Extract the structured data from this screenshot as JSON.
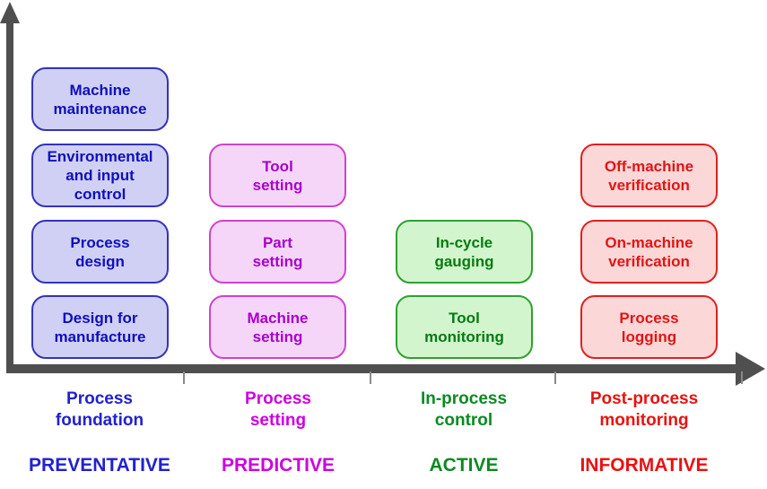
{
  "diagram": {
    "axis": {
      "color": "#4f4f4f",
      "tick_color": "#8a8a8a",
      "tick_count": 4
    },
    "columns": [
      {
        "name": "preventative",
        "category": "PREVENTATIVE",
        "axis_label": [
          "Process",
          "foundation"
        ],
        "box_fill": "#d0d0f4",
        "box_border": "#3333bb",
        "box_text_color": "#0f0fbb",
        "label_color": "#2121cf",
        "boxes": [
          {
            "lines": [
              "Machine",
              "maintenance"
            ]
          },
          {
            "lines": [
              "Environmental",
              "and input",
              "control"
            ]
          },
          {
            "lines": [
              "Process",
              "design"
            ]
          },
          {
            "lines": [
              "Design for",
              "manufacture"
            ]
          }
        ]
      },
      {
        "name": "predictive",
        "category": "PREDICTIVE",
        "axis_label": [
          "Process",
          "setting"
        ],
        "box_fill": "#f6d6f8",
        "box_border": "#cc44cc",
        "box_text_color": "#a800cc",
        "label_color": "#cc00e0",
        "boxes": [
          {
            "lines": [
              "Tool",
              "setting"
            ]
          },
          {
            "lines": [
              "Part",
              "setting"
            ]
          },
          {
            "lines": [
              "Machine",
              "setting"
            ]
          }
        ]
      },
      {
        "name": "active",
        "category": "ACTIVE",
        "axis_label": [
          "In-process",
          "control"
        ],
        "box_fill": "#d2f5cd",
        "box_border": "#2fa12f",
        "box_text_color": "#077a12",
        "label_color": "#0b8a22",
        "boxes": [
          {
            "lines": [
              "In-cycle",
              "gauging"
            ]
          },
          {
            "lines": [
              "Tool",
              "monitoring"
            ]
          }
        ]
      },
      {
        "name": "informative",
        "category": "INFORMATIVE",
        "axis_label": [
          "Post-process",
          "monitoring"
        ],
        "box_fill": "#fbd7d7",
        "box_border": "#e02020",
        "box_text_color": "#e01515",
        "label_color": "#ea1111",
        "boxes": [
          {
            "lines": [
              "Off-machine",
              "verification"
            ]
          },
          {
            "lines": [
              "On-machine",
              "verification"
            ]
          },
          {
            "lines": [
              "Process",
              "logging"
            ]
          }
        ]
      }
    ]
  }
}
